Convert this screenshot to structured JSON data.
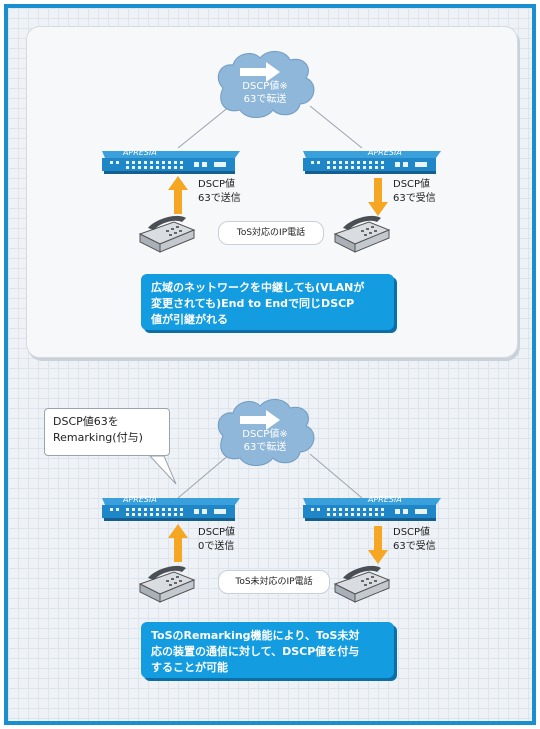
{
  "colors": {
    "frame": "#1a8fd0",
    "arrow": "#f5a623",
    "box": "#139ce0",
    "cloud": "#8fb7d9",
    "switch": "#1f86c8"
  },
  "top": {
    "cloud_lines": [
      "DSCP値※",
      "63で転送"
    ],
    "switch_left": "APRESIA",
    "switch_right": "APRESIA",
    "left_label": [
      "DSCP値",
      "63で送信"
    ],
    "right_label": [
      "DSCP値",
      "63で受信"
    ],
    "phone_label": "ToS対応のIP電話",
    "box_lines": [
      "広域のネットワークを中継しても(VLANが",
      "変更されても)End to Endで同じDSCP",
      "値が引継がれる"
    ]
  },
  "bottom": {
    "bubble_lines": [
      "DSCP値63を",
      "Remarking(付与)"
    ],
    "cloud_lines": [
      "DSCP値※",
      "63で転送"
    ],
    "switch_left": "APRESIA",
    "switch_right": "APRESIA",
    "left_label": [
      "DSCP値",
      "0で送信"
    ],
    "right_label": [
      "DSCP値",
      "63で受信"
    ],
    "phone_label": "ToS未対応のIP電話",
    "box_lines": [
      "ToSのRemarking機能により、ToS未対",
      "応の装置の通信に対して、DSCP値を付与",
      "することが可能"
    ]
  }
}
